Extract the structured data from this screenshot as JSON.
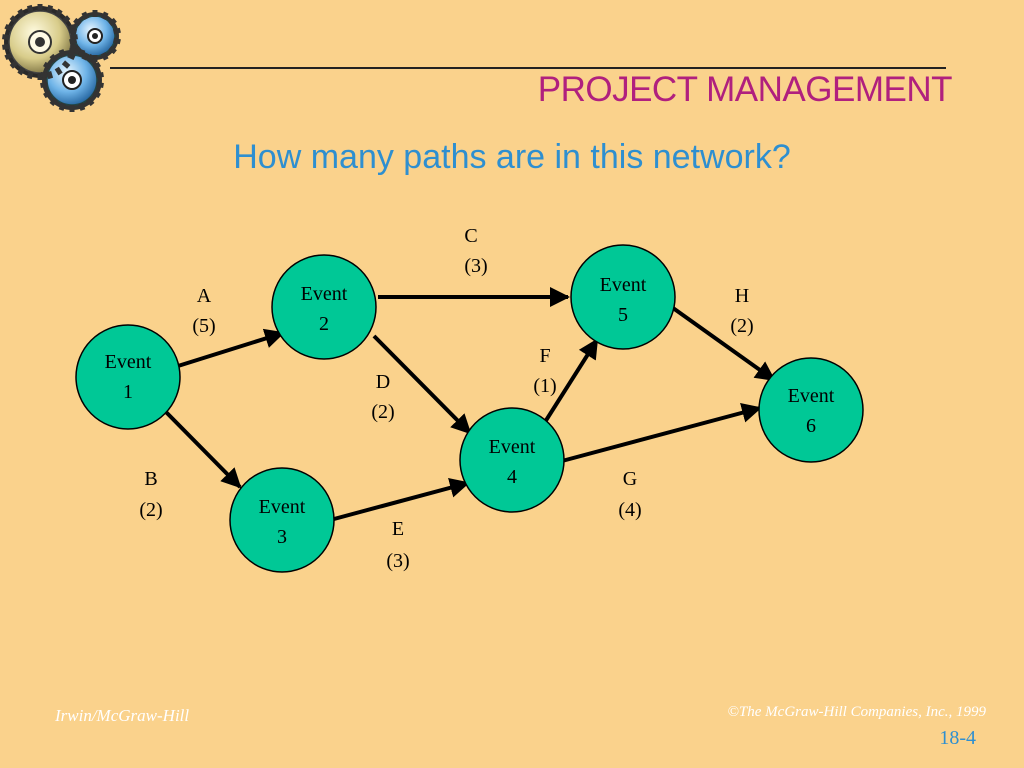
{
  "header": {
    "section_title": "PROJECT MANAGEMENT",
    "question": "How many paths are in this network?"
  },
  "diagram": {
    "node_fill": "#00C896",
    "nodes": [
      {
        "id": "e1",
        "line1": "Event",
        "line2": "1"
      },
      {
        "id": "e2",
        "line1": "Event",
        "line2": "2"
      },
      {
        "id": "e3",
        "line1": "Event",
        "line2": "3"
      },
      {
        "id": "e4",
        "line1": "Event",
        "line2": "4"
      },
      {
        "id": "e5",
        "line1": "Event",
        "line2": "5"
      },
      {
        "id": "e6",
        "line1": "Event",
        "line2": "6"
      }
    ],
    "activities": [
      {
        "name": "A",
        "duration": "(5)",
        "from": "e1",
        "to": "e2"
      },
      {
        "name": "B",
        "duration": "(2)",
        "from": "e1",
        "to": "e3"
      },
      {
        "name": "C",
        "duration": "(3)",
        "from": "e2",
        "to": "e5"
      },
      {
        "name": "D",
        "duration": "(2)",
        "from": "e2",
        "to": "e4"
      },
      {
        "name": "E",
        "duration": "(3)",
        "from": "e3",
        "to": "e4"
      },
      {
        "name": "F",
        "duration": "(1)",
        "from": "e4",
        "to": "e5"
      },
      {
        "name": "G",
        "duration": "(4)",
        "from": "e4",
        "to": "e6"
      },
      {
        "name": "H",
        "duration": "(2)",
        "from": "e5",
        "to": "e6"
      }
    ]
  },
  "footer": {
    "publisher": "Irwin/McGraw-Hill",
    "copyright": "©The McGraw-Hill Companies, Inc., 1999",
    "page_number": "18-4"
  }
}
